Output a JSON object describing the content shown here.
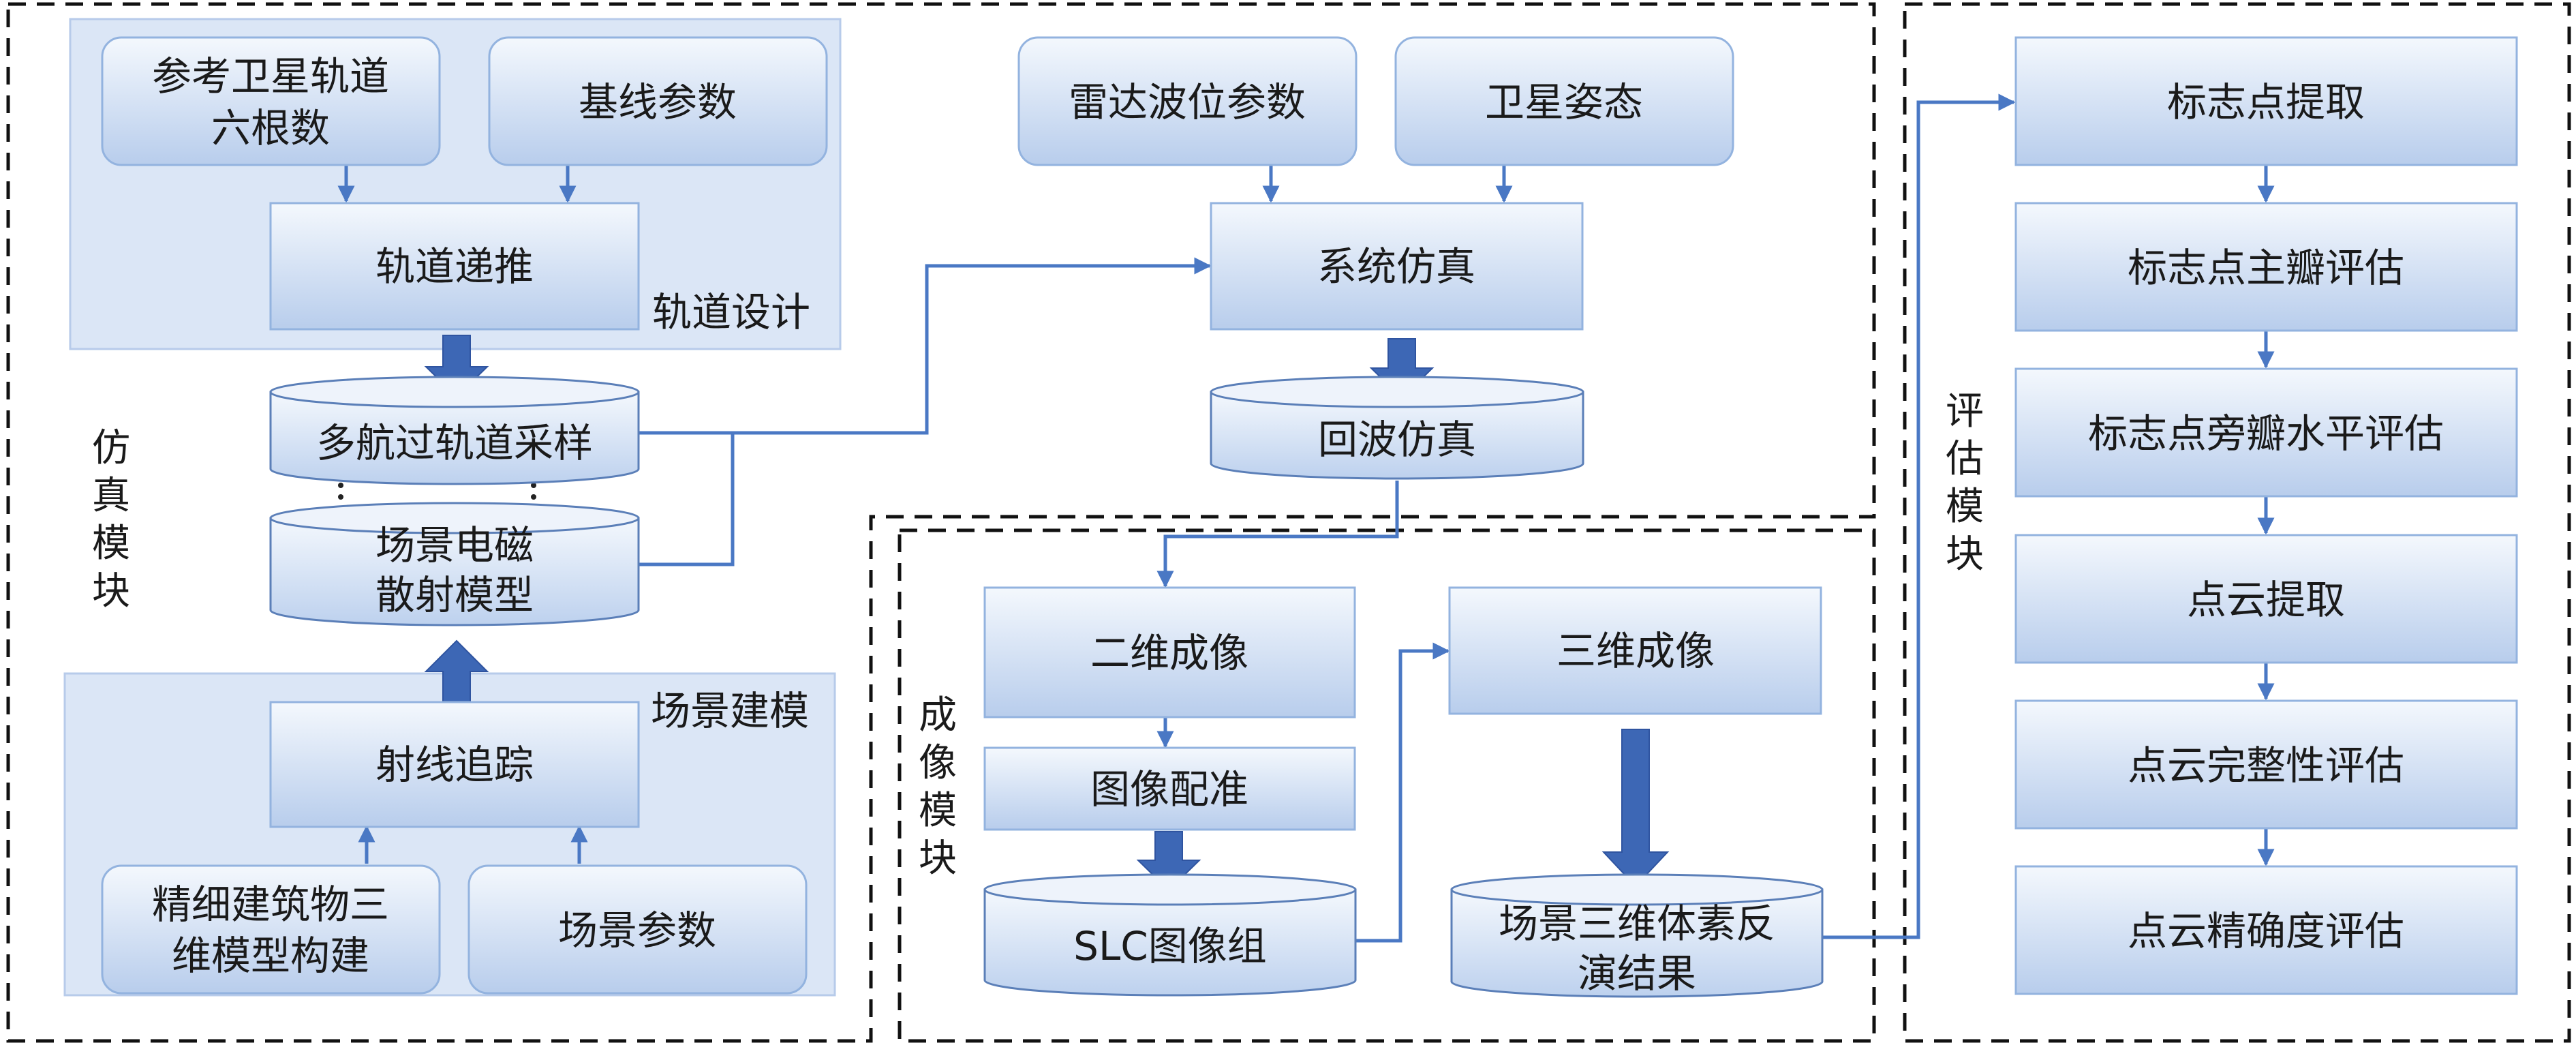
{
  "modules": {
    "simulation": "仿真模块",
    "imaging": "成像模块",
    "evaluation": "评估模块"
  },
  "groups": {
    "orbit_design": "轨道设计",
    "scene_modeling": "场景建模"
  },
  "nodes": {
    "ref_orbit": [
      "参考卫星轨道",
      "六根数"
    ],
    "baseline": [
      "基线参数"
    ],
    "orbit_propagation": [
      "轨道递推"
    ],
    "multi_pass": [
      "多航过轨道采样"
    ],
    "em_model": [
      "场景电磁",
      "散射模型"
    ],
    "ray_tracing": [
      "射线追踪"
    ],
    "building_model": [
      "精细建筑物三",
      "维模型构建"
    ],
    "scene_params": [
      "场景参数"
    ],
    "radar_params": [
      "雷达波位参数"
    ],
    "attitude": [
      "卫星姿态"
    ],
    "system_sim": [
      "系统仿真"
    ],
    "echo_sim": [
      "回波仿真"
    ],
    "imaging_2d": [
      "二维成像"
    ],
    "registration": [
      "图像配准"
    ],
    "slc_group": [
      "SLC图像组"
    ],
    "imaging_3d": [
      "三维成像"
    ],
    "voxel_result": [
      "场景三维体素反",
      "演结果"
    ],
    "mark_extract": [
      "标志点提取"
    ],
    "mainlobe_eval": [
      "标志点主瓣评估"
    ],
    "sidelobe_eval": [
      "标志点旁瓣水平评估"
    ],
    "pc_extract": [
      "点云提取"
    ],
    "pc_complete": [
      "点云完整性评估"
    ],
    "pc_accuracy": [
      "点云精确度评估"
    ]
  },
  "colors": {
    "arrow": "#4a78c4",
    "fat_arrow": "#3d67b5",
    "panel": "#dbe6f6",
    "box_top": "#f3f7fd",
    "box_bottom": "#b9cfee"
  }
}
